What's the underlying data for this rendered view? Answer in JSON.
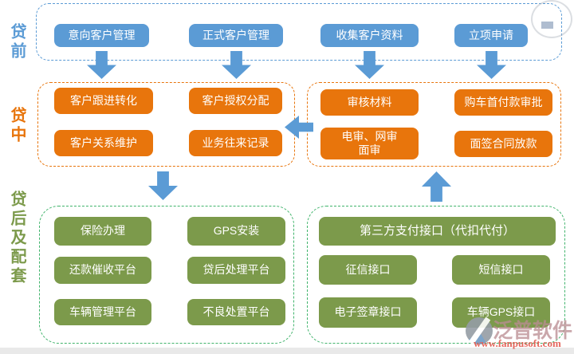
{
  "colors": {
    "blue_node": "#5b9bd5",
    "blue_border": "#5b9bd5",
    "orange_node": "#e8750c",
    "orange_border": "#e8750c",
    "green_node": "#7c9a4b",
    "green_border": "#41b46c",
    "arrow": "#5b9bd5"
  },
  "sections": {
    "pre": {
      "label": "贷前",
      "buttons": [
        "意向客户管理",
        "正式客户管理",
        "收集客户资料",
        "立项申请"
      ]
    },
    "mid": {
      "label": "贷中",
      "left_buttons": [
        "客户跟进转化",
        "客户授权分配",
        "客户关系维护",
        "业务往来记录"
      ],
      "right_buttons": [
        "审核材料",
        "购车首付款审批",
        "电审、网审\n面审",
        "面签合同放款"
      ]
    },
    "post": {
      "label": "贷后及配套",
      "left_buttons": [
        "保险办理",
        "GPS安装",
        "还款催收平台",
        "贷后处理平台",
        "车辆管理平台",
        "不良处置平台"
      ],
      "wide_button": "第三方支付接口（代扣代付）",
      "right_buttons": [
        "征信接口",
        "短信接口",
        "电子签章接口",
        "车辆GPS接口"
      ]
    }
  },
  "watermark": {
    "brand": "泛普软件",
    "url": "www.fanpusoft.com"
  }
}
